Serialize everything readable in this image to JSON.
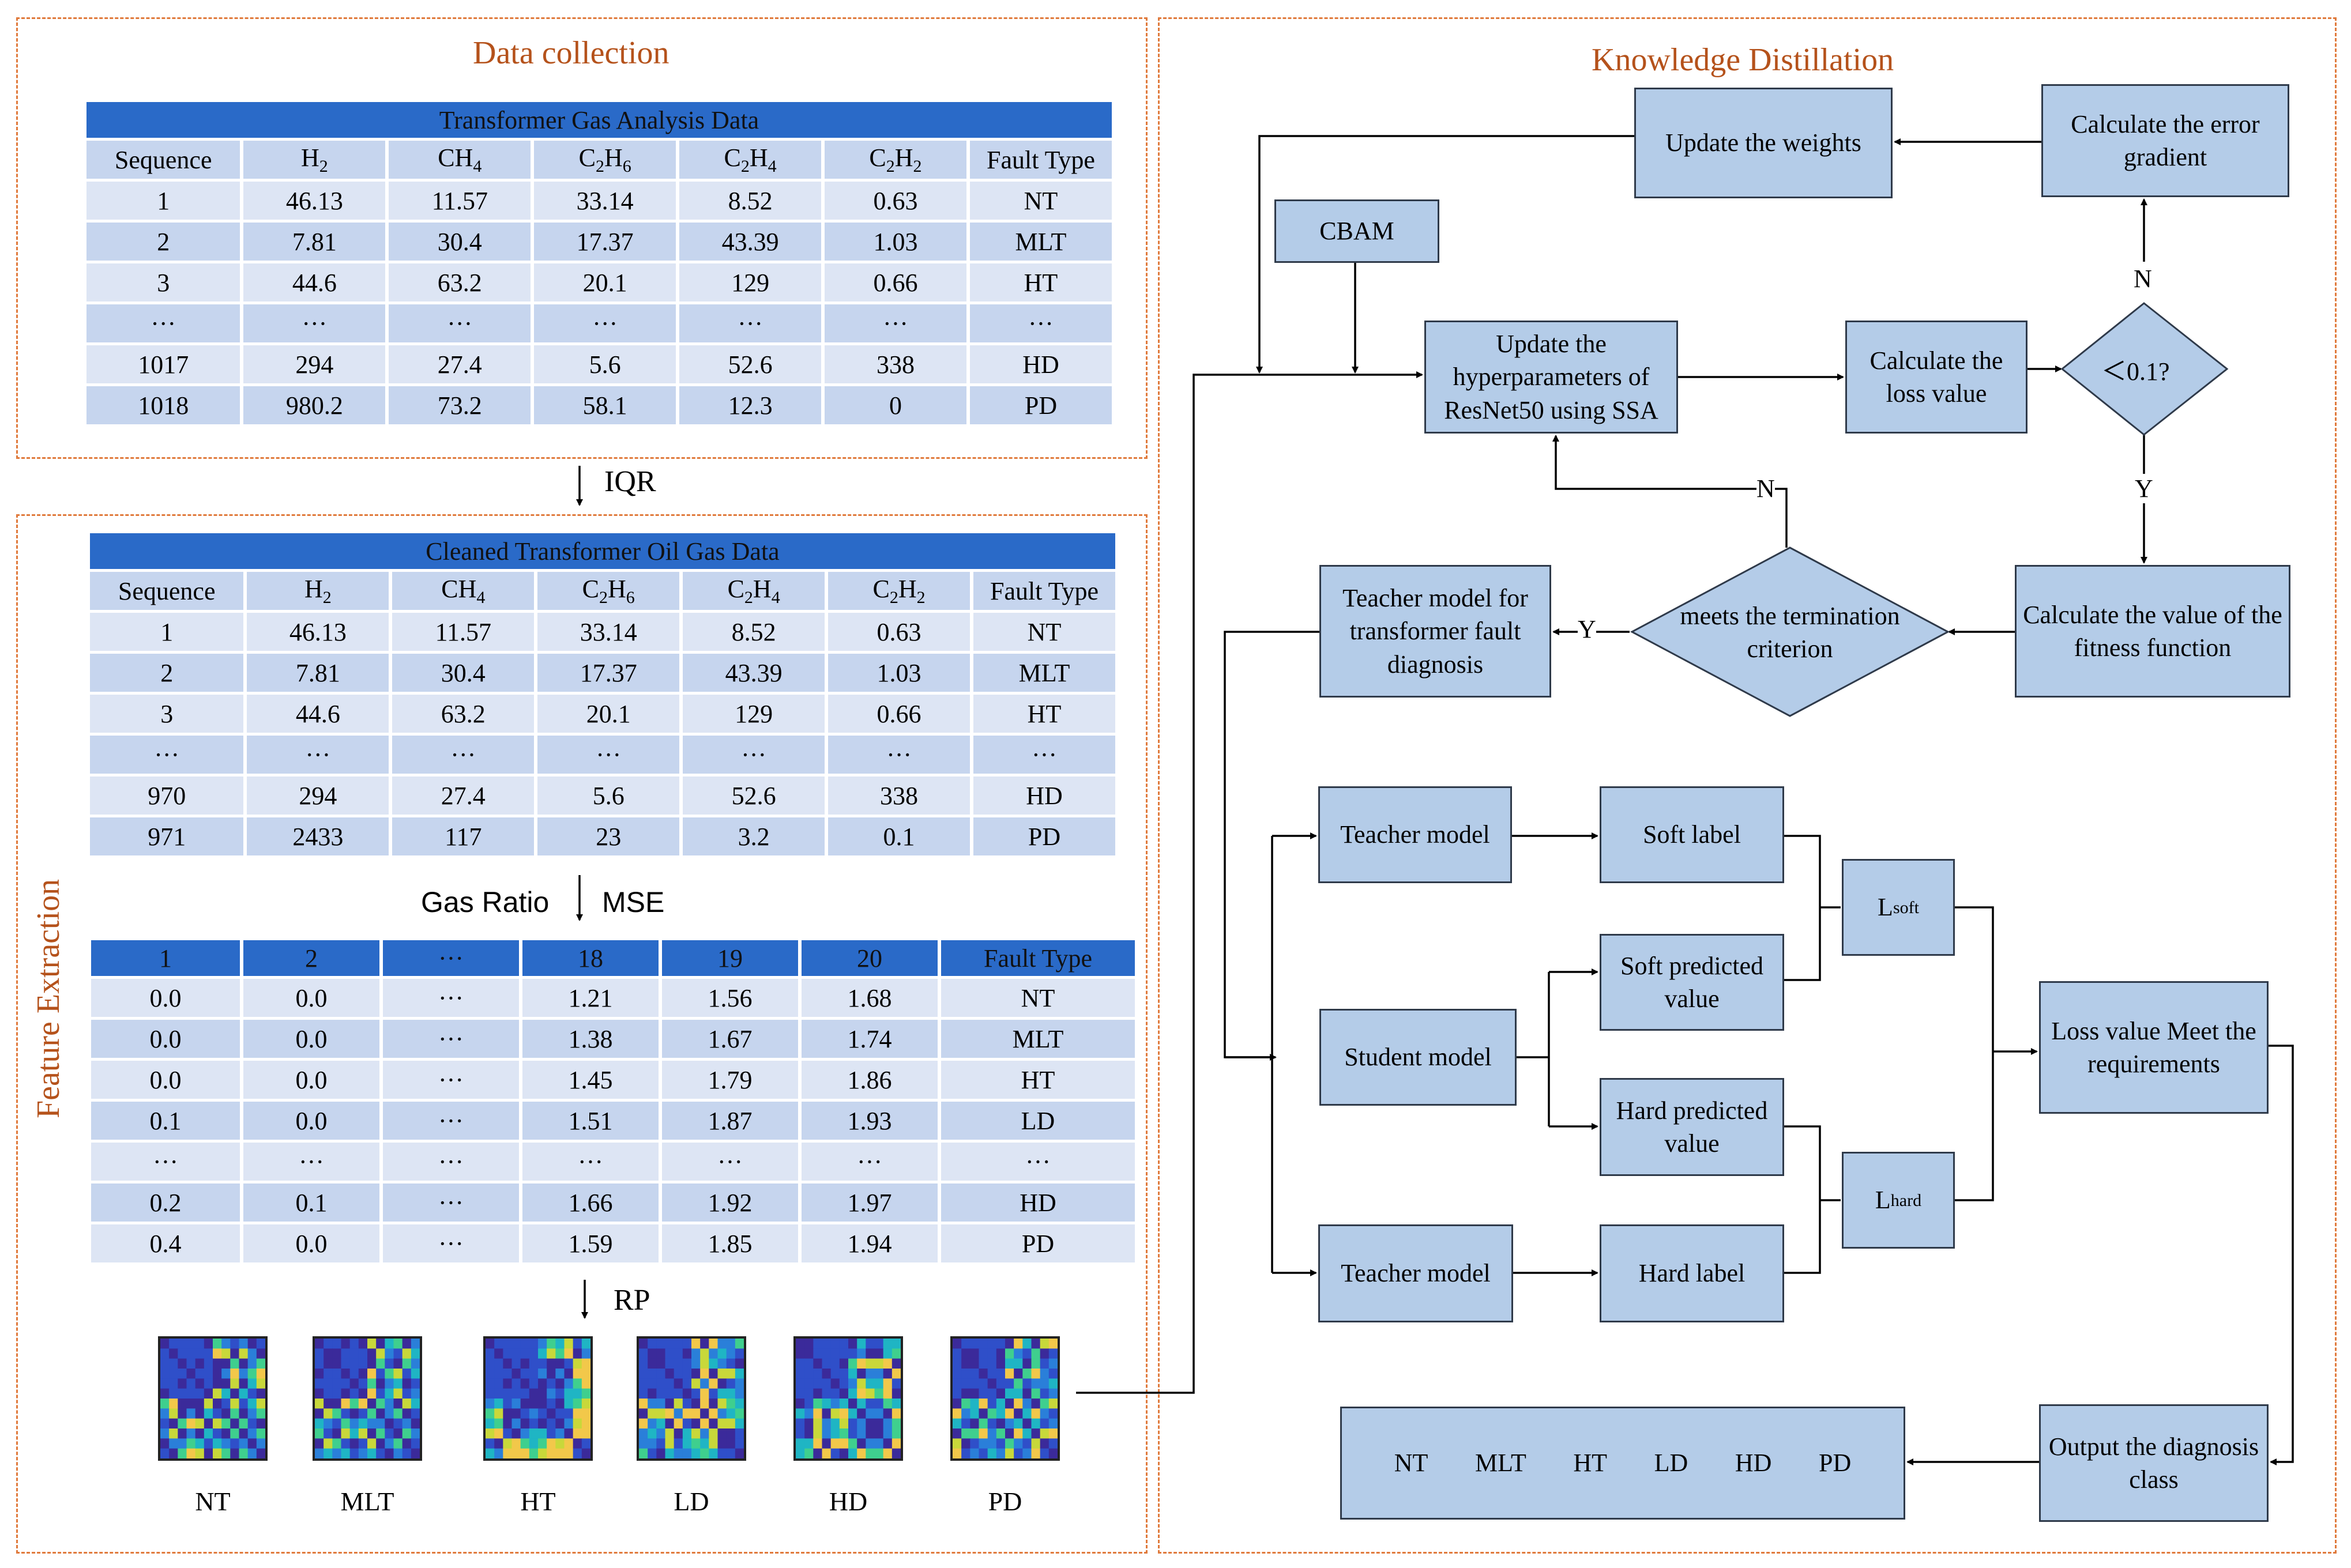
{
  "sections": {
    "data_collection": "Data collection",
    "feature_extraction": "Feature Extraction",
    "knowledge_distillation": "Knowledge Distillation"
  },
  "table1": {
    "caption": "Transformer Gas Analysis Data",
    "headers": [
      "Sequence",
      "H2",
      "CH4",
      "C2H6",
      "C2H4",
      "C2H2",
      "Fault Type"
    ],
    "rows": [
      [
        "1",
        "46.13",
        "11.57",
        "33.14",
        "8.52",
        "0.63",
        "NT"
      ],
      [
        "2",
        "7.81",
        "30.4",
        "17.37",
        "43.39",
        "1.03",
        "MLT"
      ],
      [
        "3",
        "44.6",
        "63.2",
        "20.1",
        "129",
        "0.66",
        "HT"
      ],
      [
        "···",
        "···",
        "···",
        "···",
        "···",
        "···",
        "···"
      ],
      [
        "1017",
        "294",
        "27.4",
        "5.6",
        "52.6",
        "338",
        "HD"
      ],
      [
        "1018",
        "980.2",
        "73.2",
        "58.1",
        "12.3",
        "0",
        "PD"
      ]
    ]
  },
  "iqr_label": "IQR",
  "table2": {
    "caption": "Cleaned Transformer Oil Gas Data",
    "headers": [
      "Sequence",
      "H2",
      "CH4",
      "C2H6",
      "C2H4",
      "C2H2",
      "Fault Type"
    ],
    "rows": [
      [
        "1",
        "46.13",
        "11.57",
        "33.14",
        "8.52",
        "0.63",
        "NT"
      ],
      [
        "2",
        "7.81",
        "30.4",
        "17.37",
        "43.39",
        "1.03",
        "MLT"
      ],
      [
        "3",
        "44.6",
        "63.2",
        "20.1",
        "129",
        "0.66",
        "HT"
      ],
      [
        "···",
        "···",
        "···",
        "···",
        "···",
        "···",
        "···"
      ],
      [
        "970",
        "294",
        "27.4",
        "5.6",
        "52.6",
        "338",
        "HD"
      ],
      [
        "971",
        "2433",
        "117",
        "23",
        "3.2",
        "0.1",
        "PD"
      ]
    ]
  },
  "gas_ratio_label": "Gas Ratio",
  "mse_label": "MSE",
  "table3": {
    "headers": [
      "1",
      "2",
      "···",
      "18",
      "19",
      "20",
      "Fault Type"
    ],
    "rows": [
      [
        "0.0",
        "0.0",
        "···",
        "1.21",
        "1.56",
        "1.68",
        "NT"
      ],
      [
        "0.0",
        "0.0",
        "···",
        "1.38",
        "1.67",
        "1.74",
        "MLT"
      ],
      [
        "0.0",
        "0.0",
        "···",
        "1.45",
        "1.79",
        "1.86",
        "HT"
      ],
      [
        "0.1",
        "0.0",
        "···",
        "1.51",
        "1.87",
        "1.93",
        "LD"
      ],
      [
        "···",
        "···",
        "···",
        "···",
        "···",
        "···",
        "···"
      ],
      [
        "0.2",
        "0.1",
        "···",
        "1.66",
        "1.92",
        "1.97",
        "HD"
      ],
      [
        "0.4",
        "0.0",
        "···",
        "1.59",
        "1.85",
        "1.94",
        "PD"
      ]
    ]
  },
  "rp_label": "RP",
  "rp_classes": [
    "NT",
    "MLT",
    "HT",
    "LD",
    "HD",
    "PD"
  ],
  "kd": {
    "update_weights": "Update the weights",
    "calc_error_gradient": "Calculate the error gradient",
    "cbam": "CBAM",
    "update_hyperparams": "Update the hyperparameters of ResNet50 using SSA",
    "calc_loss": "Calculate the loss value",
    "decision_threshold": "＜0.1?",
    "n_label_1": "N",
    "y_label_1": "Y",
    "n_label_2": "N",
    "teacher_fault": "Teacher model for transformer fault diagnosis",
    "y_label_2": "Y",
    "termination": "meets the termination criterion",
    "calc_fitness": "Calculate the value of the fitness function",
    "teacher_model_1": "Teacher model",
    "soft_label": "Soft label",
    "l_soft_main": "L",
    "l_soft_sub": "soft",
    "soft_predicted": "Soft predicted value",
    "student_model": "Student model",
    "loss_meet": "Loss value Meet the requirements",
    "hard_predicted": "Hard predicted value",
    "l_hard_main": "L",
    "l_hard_sub": "hard",
    "teacher_model_2": "Teacher model",
    "hard_label": "Hard label",
    "output_classes": [
      "NT",
      "MLT",
      "HT",
      "LD",
      "HD",
      "PD"
    ],
    "output_diagnosis": "Output the diagnosis class"
  },
  "colors": {
    "section_border": "#e07a3c",
    "section_title": "#b5521b",
    "table_header_blue": "#2a6ac8",
    "table_row_light": "#dde5f4",
    "table_row_mid": "#c6d5ee",
    "flow_box_fill": "#b4cce8"
  }
}
